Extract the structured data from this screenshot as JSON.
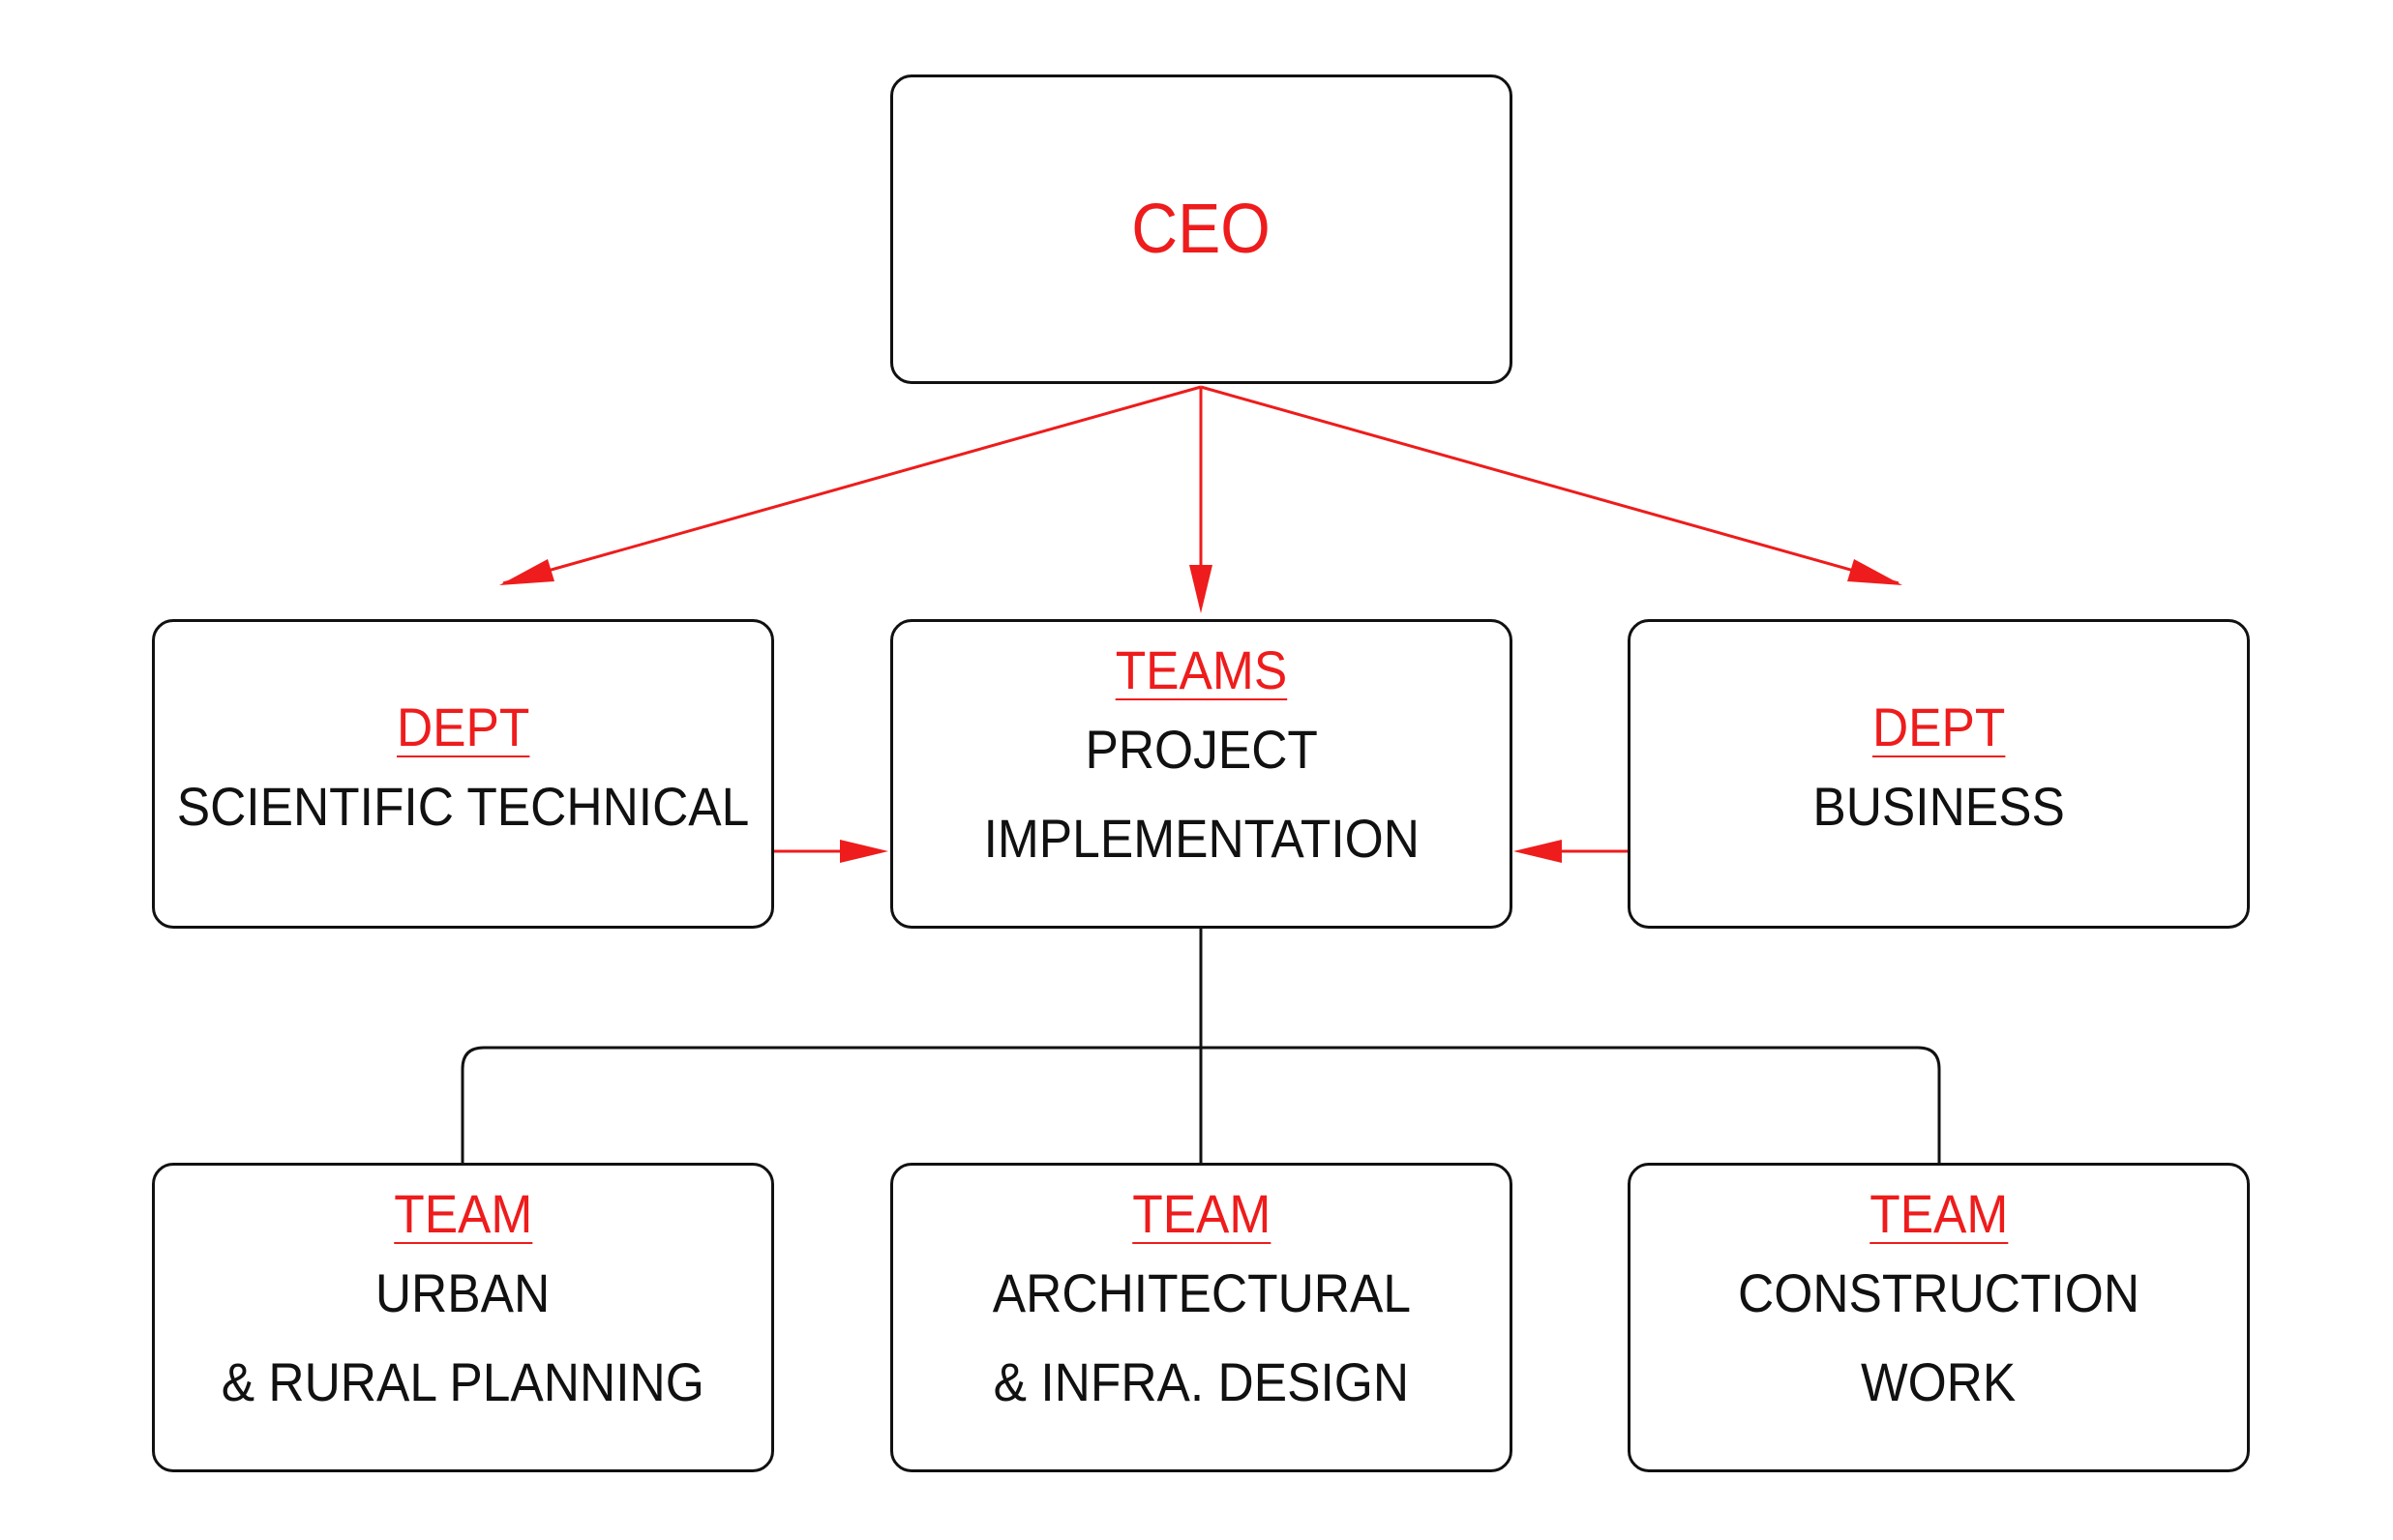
{
  "ceo": {
    "label": "CEO"
  },
  "scientific": {
    "head": "DEPT",
    "line1": "SCIENTIFIC TECHNICAL"
  },
  "teams": {
    "head": "TEAMS",
    "line1": "PROJECT",
    "line2": "IMPLEMENTATION"
  },
  "business": {
    "head": "DEPT",
    "line1": "BUSINESS"
  },
  "urban": {
    "head": "TEAM",
    "line1": "URBAN",
    "line2": "& RURAL PLANNING"
  },
  "architectural": {
    "head": "TEAM",
    "line1": "ARCHITECTURAL",
    "line2": "& INFRA. DESIGN"
  },
  "construction": {
    "head": "TEAM",
    "line1": "CONSTRUCTION",
    "line2": "WORK"
  },
  "colors": {
    "accent": "#ee1c1c",
    "text": "#111111",
    "border": "#111111"
  }
}
